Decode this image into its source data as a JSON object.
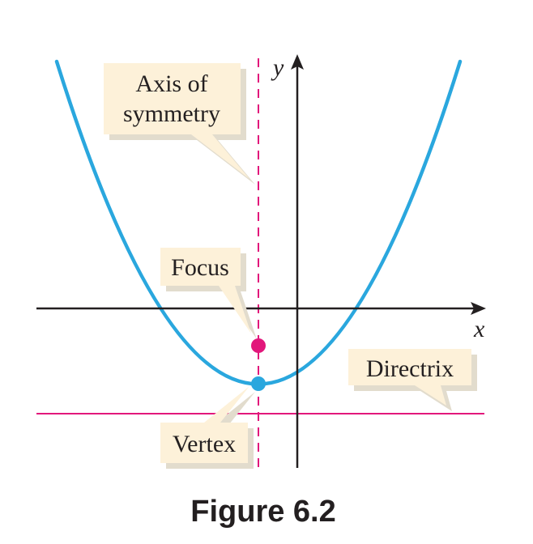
{
  "labels": {
    "axis_of_symmetry_line1": "Axis of",
    "axis_of_symmetry_line2": "symmetry",
    "focus": "Focus",
    "vertex": "Vertex",
    "directrix": "Directrix",
    "x_axis": "x",
    "y_axis": "y"
  },
  "caption": "Figure 6.2",
  "colors": {
    "parabola": "#2aa7de",
    "axis_of_symmetry": "#e2177b",
    "focus": "#e2177b",
    "directrix": "#e2177b",
    "vertex": "#2aa7de",
    "axes": "#231f20",
    "callout_fill": "#fdf1d9",
    "callout_shadow": "#e2dccd"
  }
}
